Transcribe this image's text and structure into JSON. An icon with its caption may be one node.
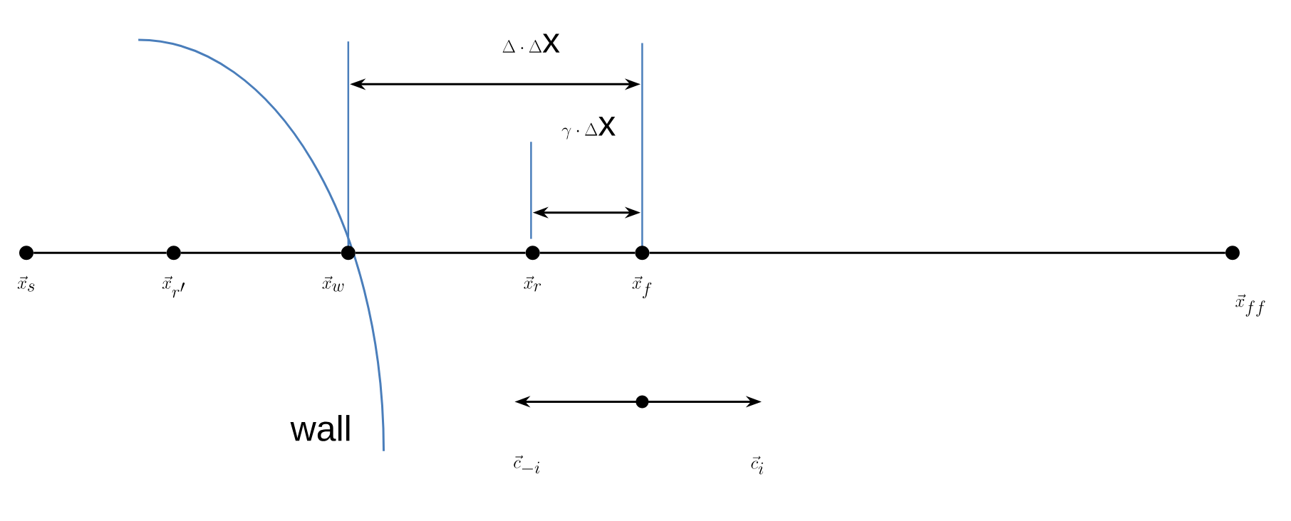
{
  "diagram": {
    "nodes": [
      {
        "text": [
          "\\vec{x}_{s}"
        ]
      },
      {
        "text": [
          "\\vec{x}_{r'}"
        ]
      },
      {
        "text": [
          "\\vec{x}_{w}"
        ]
      },
      {
        "text": [
          "\\vec{x}_{r}"
        ]
      },
      {
        "text": [
          "\\vec{x}_{f}"
        ]
      },
      {
        "text": [
          "\\vec{x}_{ff}"
        ]
      }
    ],
    "edges": [
      {
        "from": 0,
        "to": 1,
        "arrow": "none"
      },
      {
        "from": 1,
        "to": 2,
        "arrow": "none"
      },
      {
        "from": 2,
        "to": 3,
        "arrow": "none"
      },
      {
        "from": 3,
        "to": 4,
        "arrow": "none"
      },
      {
        "from": 4,
        "to": 5,
        "arrow": "none"
      }
    ],
    "labels": [
      "\\Delta\\cdot\\Delta\\mathrm{x}",
      "\\gamma\\cdot\\Delta\\mathrm{x}",
      "wall",
      "\\vec{c}_{-i}",
      "\\vec{c}_{i}"
    ]
  }
}
